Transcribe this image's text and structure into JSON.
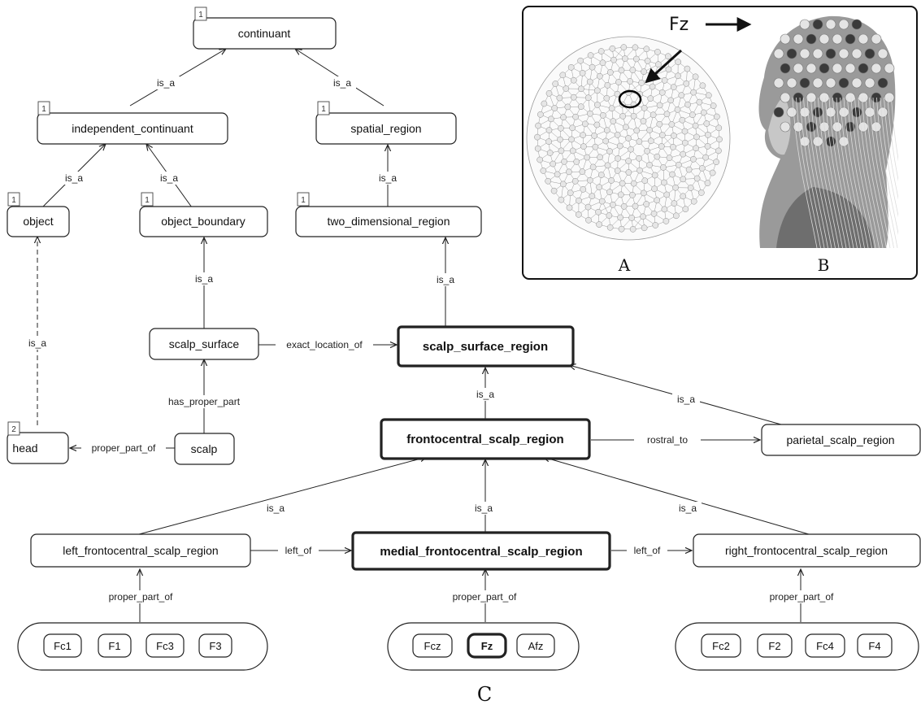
{
  "nodes": {
    "continuant": {
      "label": "continuant",
      "badge": "1"
    },
    "independent_continuant": {
      "label": "independent_continuant",
      "badge": "1"
    },
    "spatial_region": {
      "label": "spatial_region",
      "badge": "1"
    },
    "object": {
      "label": "object",
      "badge": "1"
    },
    "object_boundary": {
      "label": "object_boundary",
      "badge": "1"
    },
    "two_dimensional_region": {
      "label": "two_dimensional_region",
      "badge": "1"
    },
    "scalp_surface": {
      "label": "scalp_surface"
    },
    "scalp_surface_region": {
      "label": "scalp_surface_region"
    },
    "head": {
      "label": "head",
      "badge": "2"
    },
    "scalp": {
      "label": "scalp"
    },
    "frontocentral_scalp_region": {
      "label": "frontocentral_scalp_region"
    },
    "parietal_scalp_region": {
      "label": "parietal_scalp_region"
    },
    "left_frontocentral_scalp_region": {
      "label": "left_frontocentral_scalp_region"
    },
    "medial_frontocentral_scalp_region": {
      "label": "medial_frontocentral_scalp_region"
    },
    "right_frontocentral_scalp_region": {
      "label": "right_frontocentral_scalp_region"
    }
  },
  "edge_labels": {
    "is_a": "is_a",
    "exact_location_of": "exact_location_of",
    "has_proper_part": "has_proper_part",
    "proper_part_of": "proper_part_of",
    "rostral_to": "rostral_to",
    "left_of": "left_of"
  },
  "electrode_groups": {
    "left": [
      "Fc1",
      "F1",
      "Fc3",
      "F3"
    ],
    "medial": [
      "Fcz",
      "Fz",
      "Afz"
    ],
    "right": [
      "Fc2",
      "F2",
      "Fc4",
      "F4"
    ]
  },
  "panel": {
    "fz_label": "Fz",
    "label_a": "A",
    "label_b": "B",
    "label_c": "C"
  }
}
